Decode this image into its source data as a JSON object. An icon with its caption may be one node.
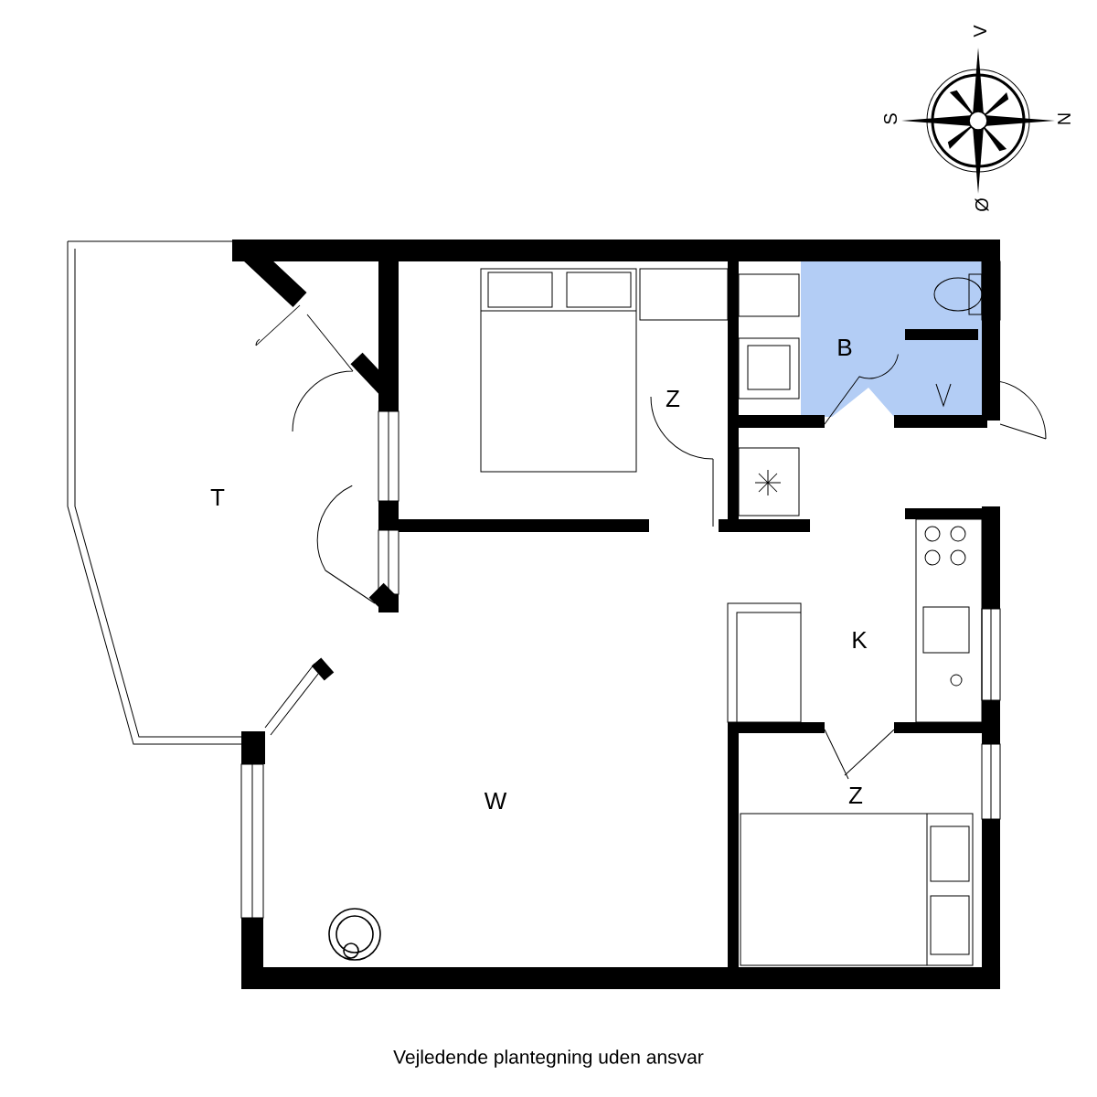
{
  "diagram": {
    "caption": "Vejledende plantegning uden ansvar",
    "labels": [
      "V",
      "S",
      "N",
      "Ø",
      "T",
      "Z",
      "B",
      "K",
      "W",
      "Z"
    ]
  }
}
